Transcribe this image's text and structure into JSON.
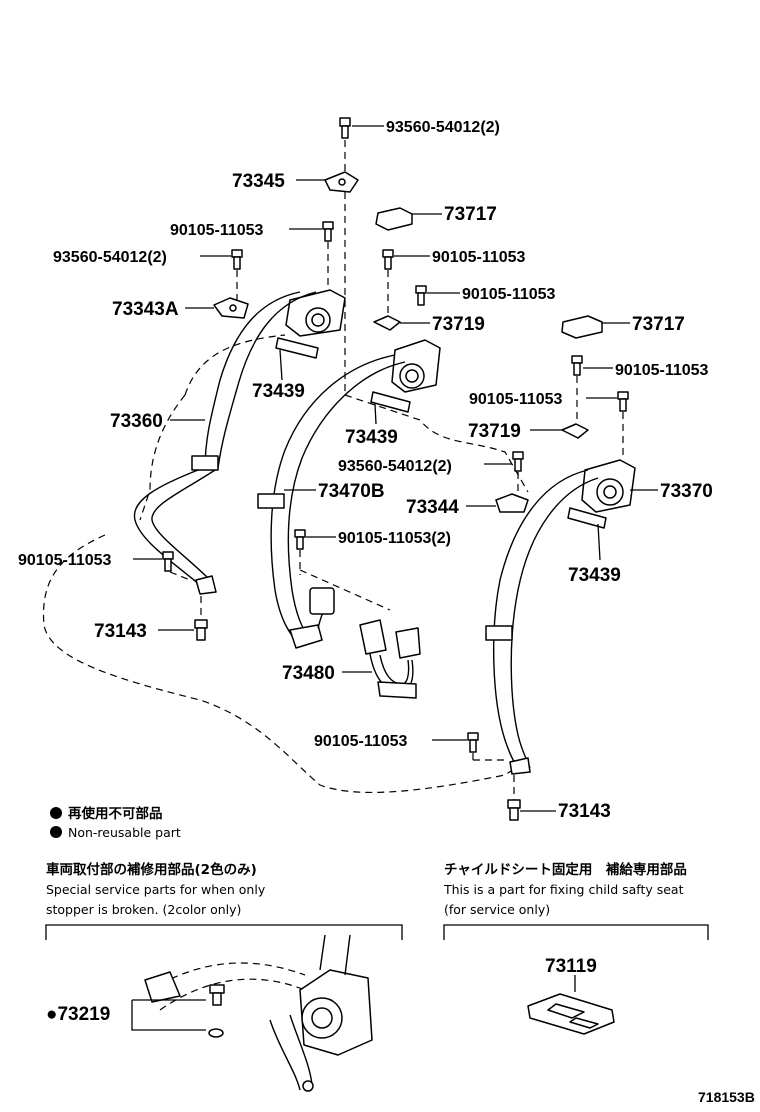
{
  "callouts": {
    "c93560_top": "93560-54012(2)",
    "c73345": "73345",
    "c73717_a": "73717",
    "c90105_a": "90105-11053",
    "c90105_b": "90105-11053",
    "c93560_left": "93560-54012(2)",
    "c90105_c": "90105-11053",
    "c73343A": "73343A",
    "c73719_a": "73719",
    "c73717_b": "73717",
    "c90105_d": "90105-11053",
    "c73439_a": "73439",
    "c90105_e": "90105-11053",
    "c73360": "73360",
    "c73439_b": "73439",
    "c73719_b": "73719",
    "c93560_mid": "93560-54012(2)",
    "c73470B": "73470B",
    "c73370": "73370",
    "c73344": "73344",
    "c90105_2": "90105-11053(2)",
    "c90105_f": "90105-11053",
    "c73439_c": "73439",
    "c73143_a": "73143",
    "c73480": "73480",
    "c90105_g": "90105-11053",
    "c73143_b": "73143"
  },
  "legend": {
    "jp": "再使用不可部品",
    "en": "Non-reusable part"
  },
  "service_left": {
    "jp": "車両取付部の補修用部品(2色のみ)",
    "en1": "Special service parts for when only",
    "en2": "stopper is broken. (2color only)",
    "part": "●73219"
  },
  "service_right": {
    "jp": "チャイルドシート固定用　補給専用部品",
    "en1": "This is a part for fixing child safty seat",
    "en2": "(for service only)",
    "part": "73119"
  },
  "diagram_id": "718153B"
}
